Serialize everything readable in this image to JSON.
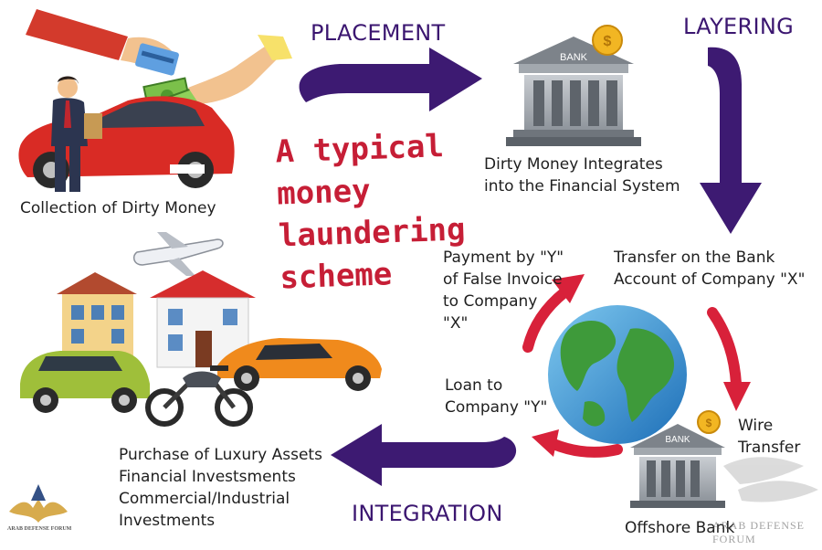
{
  "headline": "A typical\nmoney\nlaundering\nscheme",
  "stages": {
    "placement": "PLACEMENT",
    "layering": "LAYERING",
    "integration": "INTEGRATION"
  },
  "labels": {
    "collection": "Collection of Dirty Money",
    "integrates": "Dirty Money Integrates\ninto the Financial System",
    "transfer_x": "Transfer on the Bank\nAccount of Company \"X\"",
    "payment_y": "Payment by \"Y\"\nof False Invoice\nto Company\n\"X\"",
    "loan_y": "Loan to\nCompany \"Y\"",
    "wire": "Wire\nTransfer",
    "offshore": "Offshore Bank",
    "assets": "Purchase of Luxury Assets\nFinancial Investsments\nCommercial/Industrial\nInvestments"
  },
  "bank_sign": "BANK",
  "offshore_sign": "BANK",
  "watermark": {
    "logo_text": "ARAB DEFENSE FORUM",
    "forum_text": "ARAB DEFENSE FORUM"
  },
  "colors": {
    "stage_arrow": "#3d1a72",
    "cycle_arrow": "#d8213a",
    "headline": "#c61e36"
  },
  "icons": [
    "car-icon",
    "businessman-icon",
    "hand-card-icon",
    "hand-cash-icon",
    "bank-icon",
    "coin-icon",
    "airplane-icon",
    "house-icon",
    "globe-icon",
    "motorcycle-icon"
  ]
}
